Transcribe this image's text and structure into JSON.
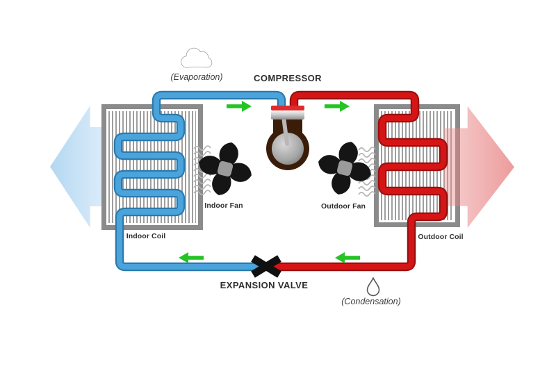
{
  "diagram": {
    "type": "refrigeration-cycle",
    "components": {
      "compressor": {
        "label": "COMPRESSOR",
        "icon": "compressor-icon"
      },
      "expansion_valve": {
        "label": "EXPANSION VALVE",
        "icon": "x-valve-icon"
      },
      "indoor_coil": {
        "label": "Indoor Coil"
      },
      "outdoor_coil": {
        "label": "Outdoor Coil"
      },
      "indoor_fan": {
        "label": "Indoor Fan",
        "icon": "fan-icon"
      },
      "outdoor_fan": {
        "label": "Outdoor Fan",
        "icon": "fan-icon"
      },
      "evaporation": {
        "label": "(Evaporation)",
        "icon": "cloud-icon"
      },
      "condensation": {
        "label": "(Condensation)",
        "icon": "droplet-icon"
      }
    },
    "flow_arrows": [
      "right",
      "right",
      "left",
      "left"
    ],
    "air_arrows": [
      "cool-air-left",
      "warm-air-right"
    ],
    "colors": {
      "cold_pipe": "#4aa3da",
      "hot_pipe": "#d51515",
      "flow_arrow_green": "#25c425",
      "cool_air": "#dcecfa",
      "warm_air": "#ec9e9e",
      "coil_frame": "#8b8b8b",
      "fan_black": "#151515",
      "text": "#2e2e2e"
    }
  }
}
